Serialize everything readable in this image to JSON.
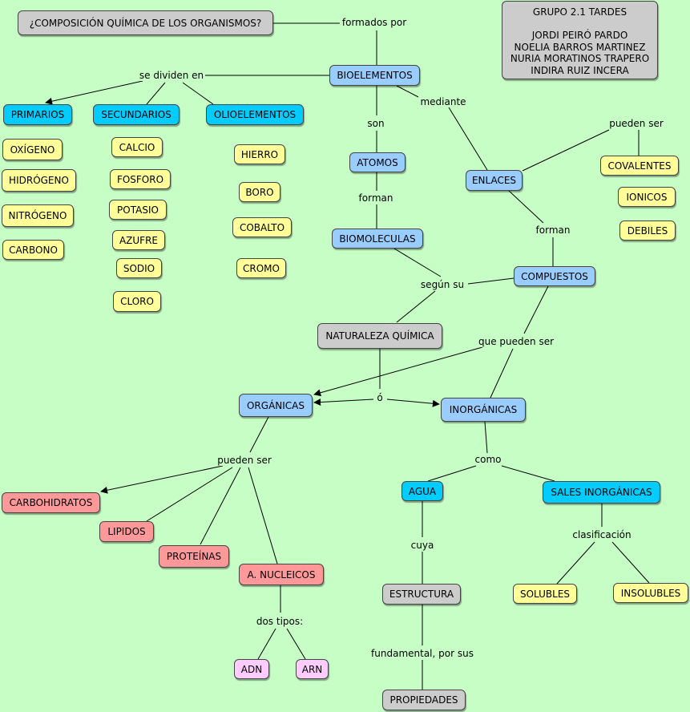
{
  "nodes": {
    "title": "¿COMPOSICIÓN QUÍMICA DE LOS ORGANISMOS?",
    "group": [
      "GRUPO 2.1 TARDES",
      "",
      "JORDI PEIRÓ PARDO",
      "NOELIA BARROS MARTINEZ",
      "NURIA MORATINOS TRAPERO",
      "INDIRA RUIZ INCERA"
    ],
    "bioelementos": "BIOELEMENTOS",
    "primarios": "PRIMARIOS",
    "secundarios": "SECUNDARIOS",
    "olioelementos": "OLIOELEMENTOS",
    "oxigeno": "OXÍGENO",
    "hidrogeno": "HIDRÓGENO",
    "nitrogeno": "NITRÓGENO",
    "carbono": "CARBONO",
    "calcio": "CALCIO",
    "fosforo": "FOSFORO",
    "potasio": "POTASIO",
    "azufre": "AZUFRE",
    "sodio": "SODIO",
    "cloro": "CLORO",
    "hierro": "HIERRO",
    "boro": "BORO",
    "cobalto": "COBALTO",
    "cromo": "CROMO",
    "atomos": "ATOMOS",
    "biomoleculas": "BIOMOLECULAS",
    "enlaces": "ENLACES",
    "covalentes": "COVALENTES",
    "ionicos": "IONICOS",
    "debiles": "DEBILES",
    "compuestos": "COMPUESTOS",
    "naturaleza": "NATURALEZA QUÍMICA",
    "organicas": "ORGÁNICAS",
    "inorganicas": "INORGÁNICAS",
    "carbohidratos": "CARBOHIDRATOS",
    "lipidos": "LIPIDOS",
    "proteinas": "PROTEÍNAS",
    "nucleicos": "A. NUCLEICOS",
    "adn": "ADN",
    "arn": "ARN",
    "agua": "AGUA",
    "sales": "SALES INORGÁNICAS",
    "estructura": "ESTRUCTURA",
    "propiedades": "PROPIEDADES",
    "solubles": "SOLUBLES",
    "insolubles": "INSOLUBLES"
  },
  "links": {
    "formados_por": "formados por",
    "se_dividen_en": "se dividen en",
    "son": "son",
    "mediante": "mediante",
    "pueden_ser_enlaces": "pueden ser",
    "forman_atomos": "forman",
    "forman_enlaces": "forman",
    "segun_su": "según su",
    "que_pueden_ser": "que pueden ser",
    "o": "ó",
    "pueden_ser_organicas": "pueden ser",
    "como": "como",
    "dos_tipos": "dos tipos:",
    "cuya": "cuya",
    "clasificacion": "clasificación",
    "fundamental": "fundamental, por sus"
  },
  "colors": {
    "background": "#c6fec6",
    "gray": "#cccccc",
    "blue": "#99ccff",
    "cyan": "#00ccff",
    "yellow": "#ffff99",
    "salmon": "#ff9999",
    "pink": "#ffccff"
  }
}
